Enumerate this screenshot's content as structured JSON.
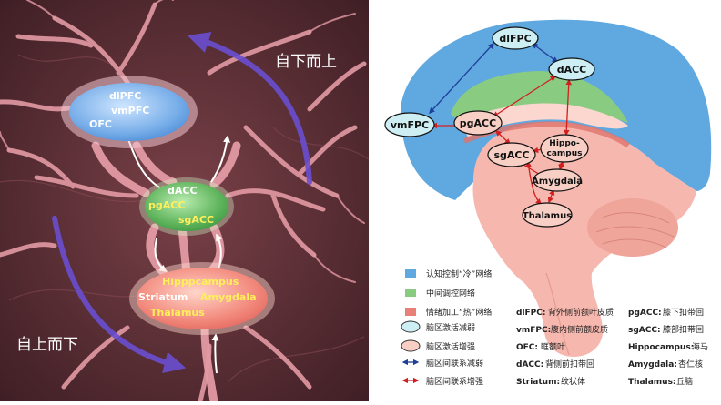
{
  "left_panel": {
    "label_bottom_up": "自下而上",
    "label_top_down": "自上而下",
    "top_oval": [
      "dlPFC",
      "vmPFC",
      "OFC"
    ],
    "middle_oval": [
      "dACC",
      "pgACC",
      "sgACC"
    ],
    "bottom_oval": [
      "Hipppcampus",
      "Striatum",
      "Amygdala",
      "Thalamus"
    ],
    "colors": {
      "background": "#5a2f36",
      "vessel": "#e39aa4",
      "top_oval": "#7fb4ec",
      "middle_oval": "#6cb86a",
      "bottom_oval": "#f08f82",
      "yellow_text": "#ffef5a",
      "arrow": "#6a4fd0"
    }
  },
  "right_panel": {
    "nodes": {
      "dlFPC": "dlFPC",
      "dACC": "dACC",
      "vmFPC": "vmFPC",
      "pgACC": "pgACC",
      "sgACC": "sgACC",
      "hippocampus_line1": "Hippo-",
      "hippocampus_line2": "campus",
      "amygdala": "Amygdala",
      "thalamus": "Thalamus"
    },
    "colors": {
      "cold_network": "#5fa8e0",
      "middle_network": "#8acb82",
      "hot_network": "#e8807a",
      "node_weakened": "#cdeef3",
      "node_enhanced": "#f8cfc4",
      "link_weakened": "#1f3e9a",
      "link_enhanced": "#d11f1f",
      "brain_fill": "#f6b7ae"
    }
  },
  "legend": {
    "items": [
      {
        "key": "cold",
        "label": "认知控制“冷”网络"
      },
      {
        "key": "middle",
        "label": "中间调控网络"
      },
      {
        "key": "hot",
        "label": "情绪加工“热”网络"
      },
      {
        "key": "node_weak",
        "label": "脑区激活减弱"
      },
      {
        "key": "node_strong",
        "label": "脑区激活增强"
      },
      {
        "key": "link_weak",
        "label": "脑区间联系减弱"
      },
      {
        "key": "link_strong",
        "label": "脑区间联系增强"
      }
    ],
    "abbreviations_col1": [
      {
        "abbr": "dlFPC:",
        "text": "背外侧前额叶皮质"
      },
      {
        "abbr": "vmFPC:",
        "text": "腹内侧前额皮质"
      },
      {
        "abbr": "OFC:",
        "text": "眶额叶"
      },
      {
        "abbr": "dACC:",
        "text": "背侧前扣带回"
      },
      {
        "abbr": "Striatum:",
        "text": "纹状体"
      }
    ],
    "abbreviations_col2": [
      {
        "abbr": "pgACC:",
        "text": "膝下扣带回"
      },
      {
        "abbr": "sgACC:",
        "text": "膝部扣带回"
      },
      {
        "abbr": "Hippocampus:",
        "text": "海马"
      },
      {
        "abbr": "Amygdala:",
        "text": "杏仁核"
      },
      {
        "abbr": "Thalamus:",
        "text": "丘脑"
      }
    ]
  }
}
